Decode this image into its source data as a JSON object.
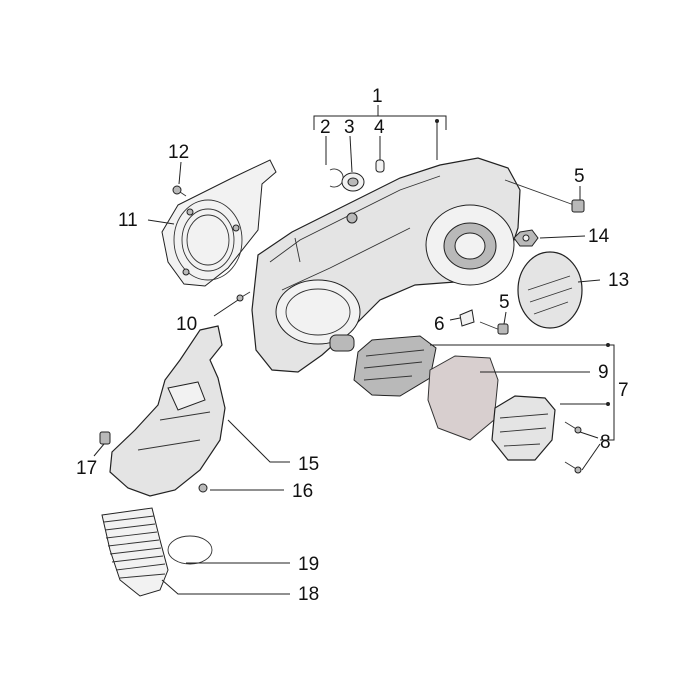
{
  "diagram": {
    "callouts": [
      {
        "id": "c1",
        "label": "1"
      },
      {
        "id": "c2",
        "label": "2"
      },
      {
        "id": "c3",
        "label": "3"
      },
      {
        "id": "c4",
        "label": "4"
      },
      {
        "id": "c5a",
        "label": "5"
      },
      {
        "id": "c5b",
        "label": "5"
      },
      {
        "id": "c6",
        "label": "6"
      },
      {
        "id": "c7",
        "label": "7"
      },
      {
        "id": "c8",
        "label": "8"
      },
      {
        "id": "c9",
        "label": "9"
      },
      {
        "id": "c10",
        "label": "10"
      },
      {
        "id": "c11",
        "label": "11"
      },
      {
        "id": "c12",
        "label": "12"
      },
      {
        "id": "c13",
        "label": "13"
      },
      {
        "id": "c14",
        "label": "14"
      },
      {
        "id": "c15",
        "label": "15"
      },
      {
        "id": "c16",
        "label": "16"
      },
      {
        "id": "c17",
        "label": "17"
      },
      {
        "id": "c18",
        "label": "18"
      },
      {
        "id": "c19",
        "label": "19"
      }
    ]
  }
}
